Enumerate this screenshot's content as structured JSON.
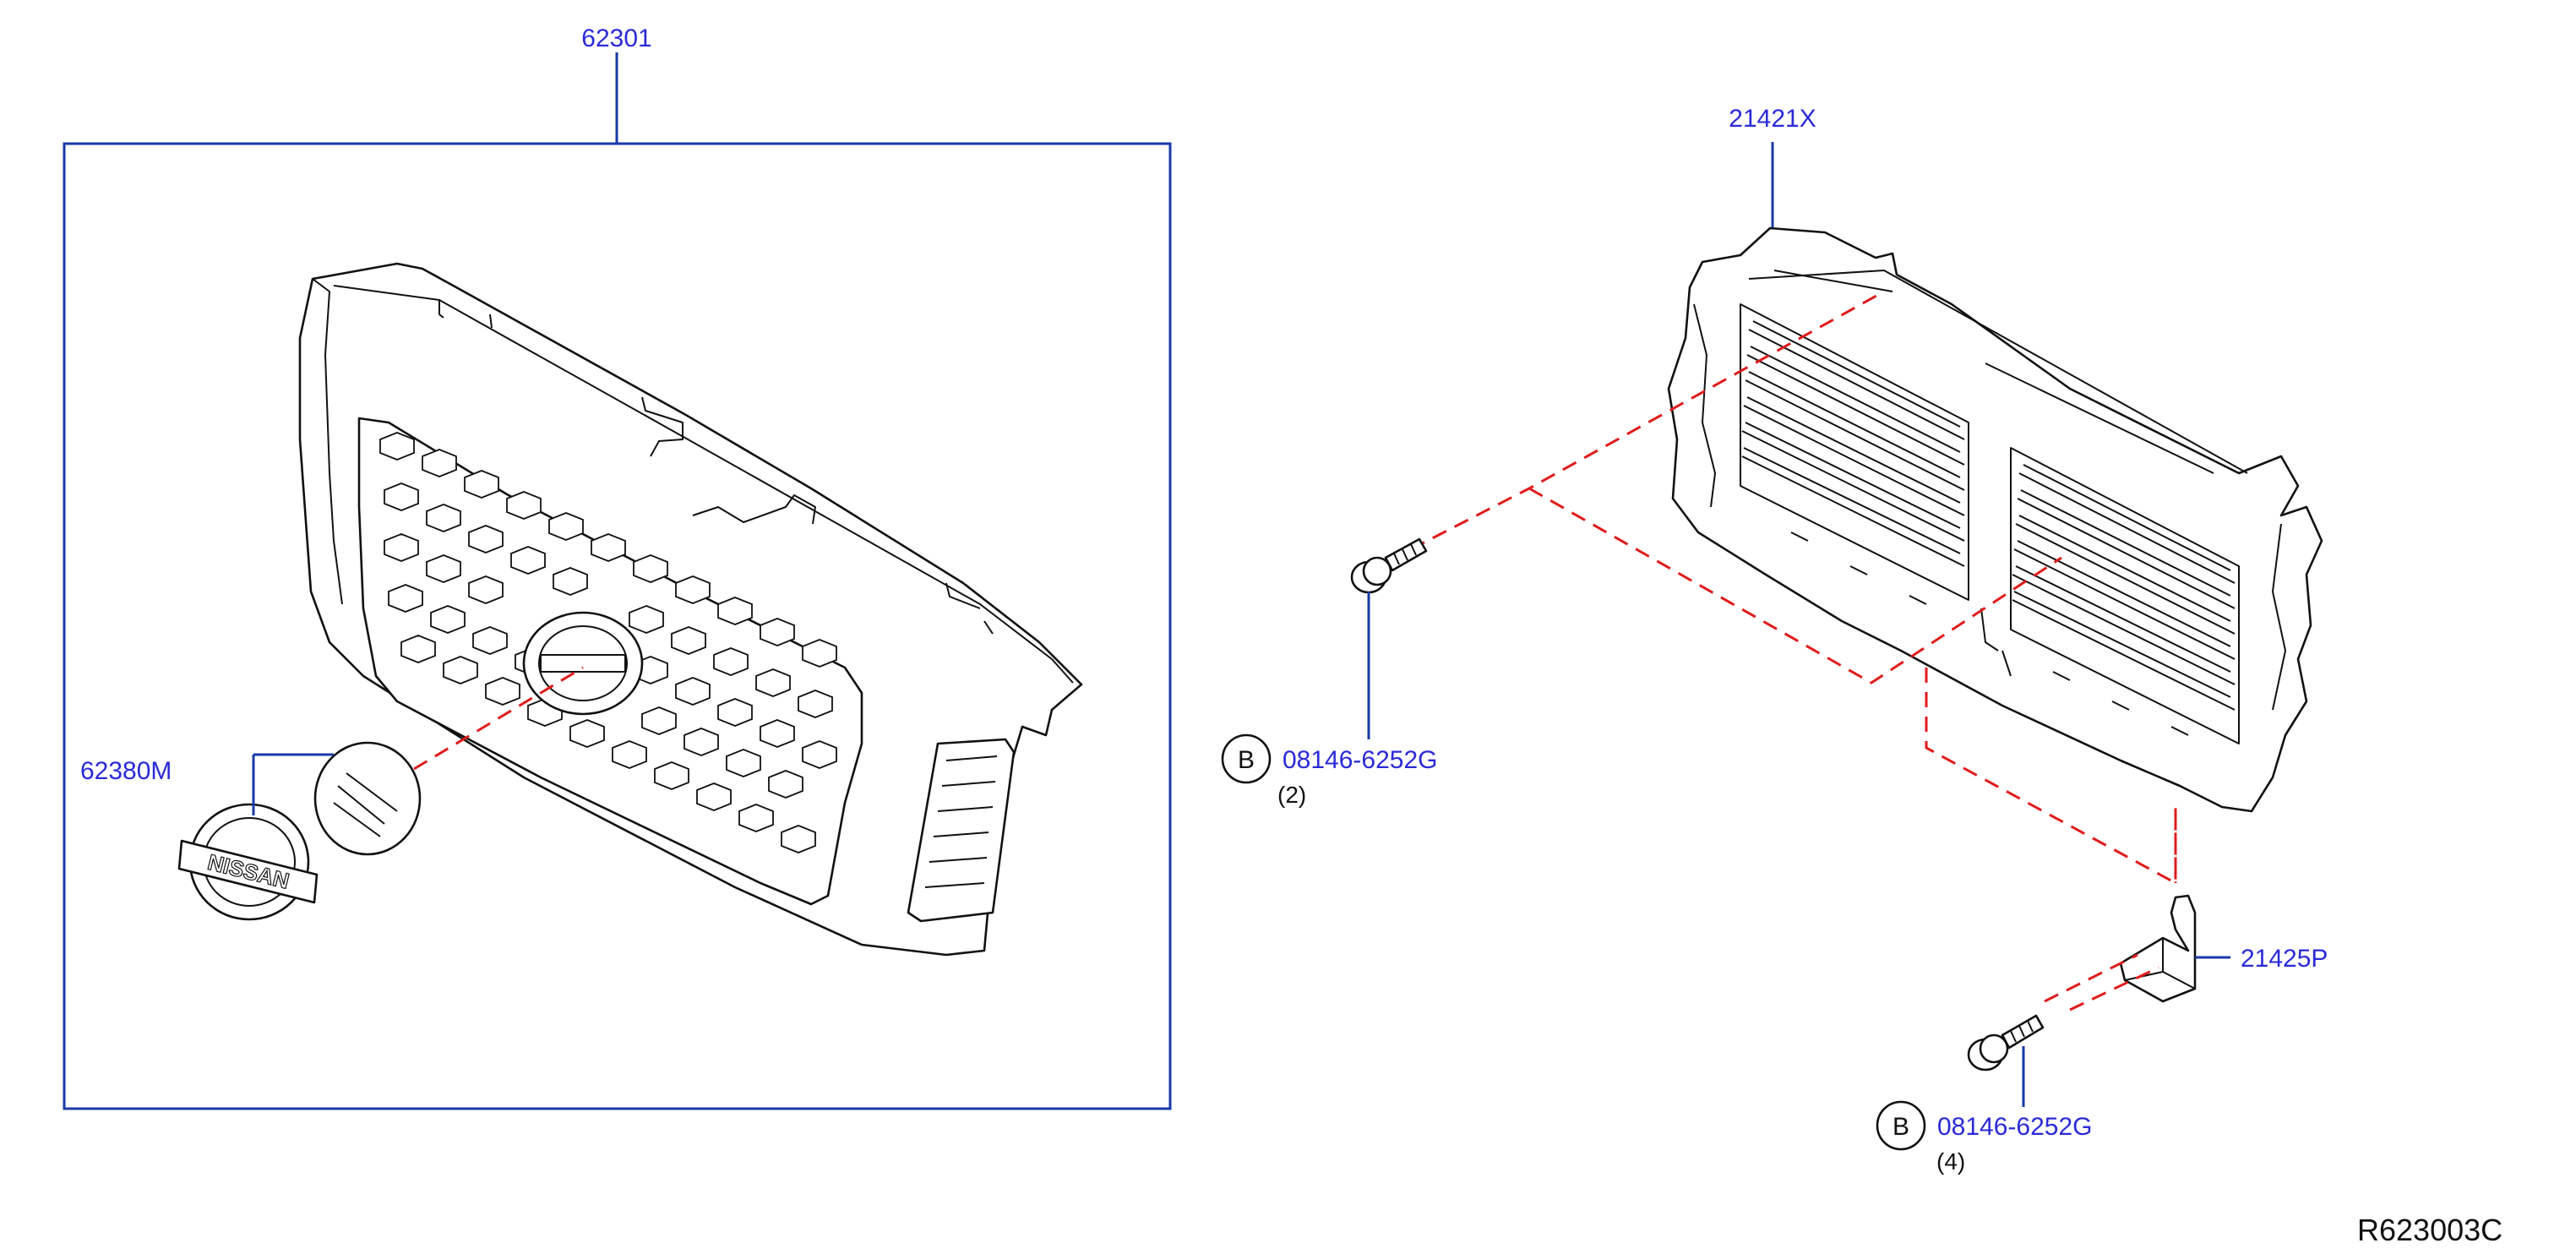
{
  "diagram": {
    "title": "",
    "reference_code": "R623003C",
    "parts": [
      {
        "id": "grille",
        "number": "62301"
      },
      {
        "id": "emblem",
        "number": "62380M"
      },
      {
        "id": "radiator-core-support",
        "number": "21421X"
      },
      {
        "id": "bolt-upper",
        "number": "08146-6252G",
        "callout": "B",
        "qty": "(2)"
      },
      {
        "id": "bracket",
        "number": "21425P"
      },
      {
        "id": "bolt-lower",
        "number": "08146-6252G",
        "callout": "B",
        "qty": "(4)"
      }
    ],
    "emblem_lettering": "NISSAN",
    "colors": {
      "label": "#2a2ad8",
      "leader": "#1a3aa8",
      "dashed_connector": "#e01b1b",
      "outline": "#111111"
    }
  }
}
